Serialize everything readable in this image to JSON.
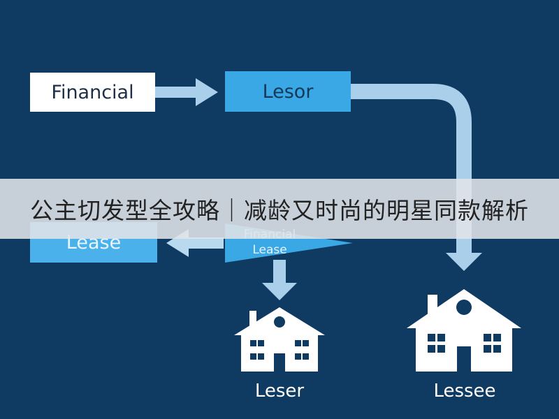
{
  "diagram": {
    "nodes": {
      "financial": "Financial",
      "lesor": "Lesor",
      "lease": "Lease",
      "financial_lease_line1": "Financial",
      "financial_lease_line2": "Lease"
    },
    "houses": {
      "leser": "Leser",
      "lessee": "Lessee"
    },
    "colors": {
      "background": "#0f3a62",
      "box_blue": "#3aa8e4",
      "arrow": "#a9cfea"
    }
  },
  "banner": {
    "text": "公主切发型全攻略｜减龄又时尚的明星同款解析"
  }
}
